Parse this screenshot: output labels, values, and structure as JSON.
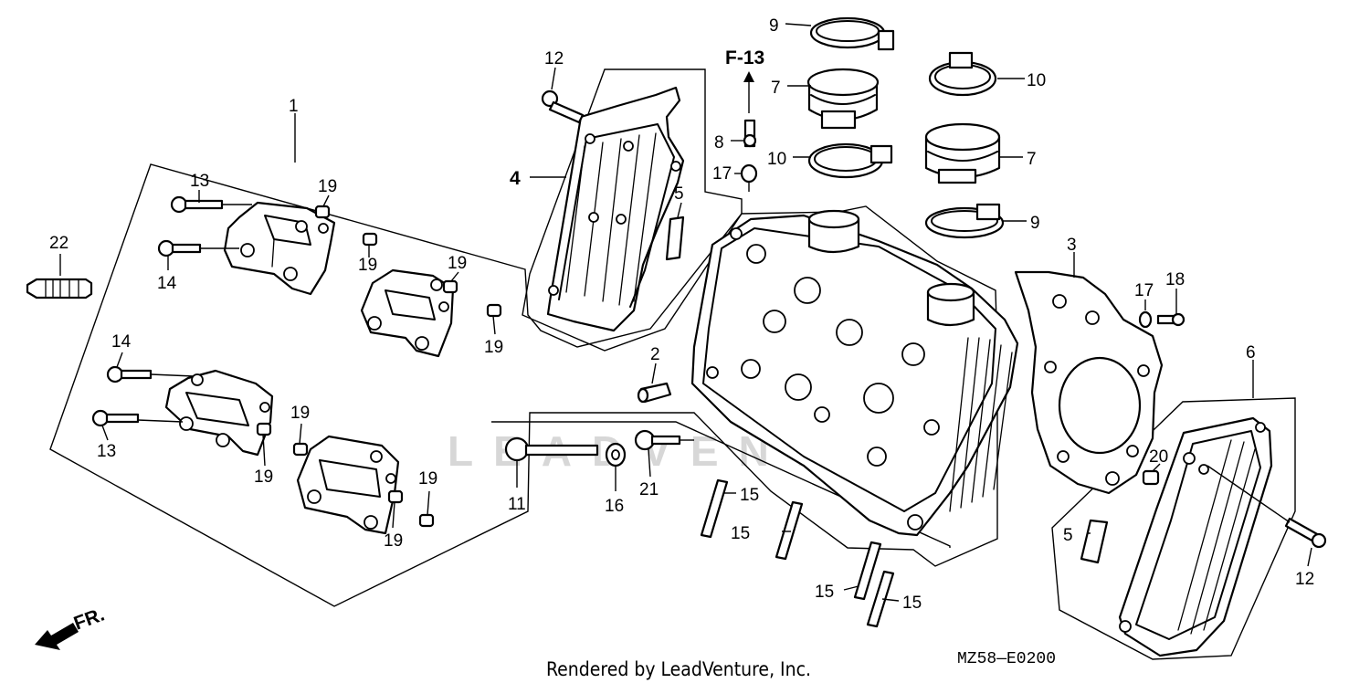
{
  "diagram": {
    "labels": {
      "p1": "1",
      "p2": "2",
      "p3": "3",
      "p4": "4",
      "p5a": "5",
      "p5b": "5",
      "p6": "6",
      "p7a": "7",
      "p7b": "7",
      "p8": "8",
      "p9a": "9",
      "p9b": "9",
      "p10a": "10",
      "p10b": "10",
      "p11": "11",
      "p12a": "12",
      "p12b": "12",
      "p13a": "13",
      "p13b": "13",
      "p14a": "14",
      "p14b": "14",
      "p15a": "15",
      "p15b": "15",
      "p15c": "15",
      "p15d": "15",
      "p16": "16",
      "p17a": "17",
      "p17b": "17",
      "p18": "18",
      "p19a": "19",
      "p19b": "19",
      "p19c": "19",
      "p19d": "19",
      "p19e": "19",
      "p19f": "19",
      "p19g": "19",
      "p19h": "19",
      "p20": "20",
      "p21": "21",
      "p22": "22"
    },
    "ref": "F-13",
    "direction": "FR.",
    "code": "MZ58—E0200",
    "footer": "Rendered by LeadVenture, Inc.",
    "watermark": "LEADVENTURE"
  }
}
